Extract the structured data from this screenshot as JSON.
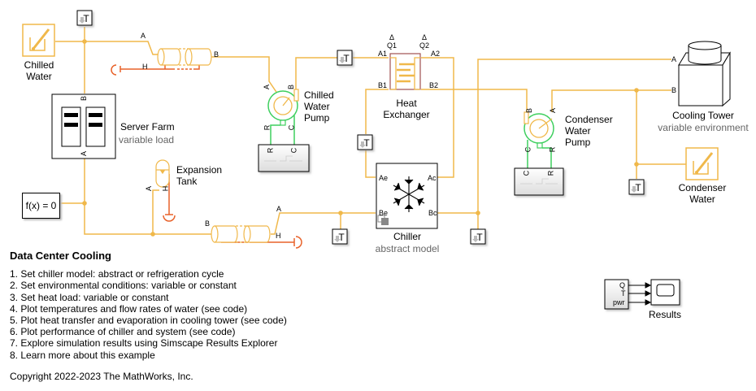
{
  "diagram": {
    "blocks": {
      "chilled_water": {
        "label": "Chilled\nWater",
        "line1": "Chilled",
        "line2": "Water"
      },
      "server_farm": {
        "label": "Server Farm",
        "sublabel": "variable load",
        "port_top": "B",
        "port_bottom": "A"
      },
      "solver": {
        "label": "f(x) = 0"
      },
      "pipe_top": {
        "port_a": "A",
        "port_b": "B",
        "port_h": "H"
      },
      "pipe_bottom": {
        "port_a": "A",
        "port_b": "B",
        "port_h": "H"
      },
      "expansion_tank": {
        "line1": "Expansion",
        "line2": "Tank",
        "port_a": "A",
        "port_h": "H"
      },
      "chilled_water_pump": {
        "line1": "Chilled",
        "line2": "Water",
        "line3": "Pump",
        "port_a": "A",
        "port_b": "B",
        "port_r": "R",
        "port_c": "C"
      },
      "heat_exchanger": {
        "line1": "Heat",
        "line2": "Exchanger",
        "port_a1": "A1",
        "port_a2": "A2",
        "port_b1": "B1",
        "port_b2": "B2",
        "port_q1": "Q1",
        "port_q2": "Q2"
      },
      "chiller": {
        "label": "Chiller",
        "sublabel": "abstract model",
        "port_ae": "Ae",
        "port_ac": "Ac",
        "port_be": "Be",
        "port_bc": "Bc"
      },
      "condenser_water_pump": {
        "line1": "Condenser",
        "line2": "Water",
        "line3": "Pump",
        "port_a": "A",
        "port_b": "B",
        "port_r": "R",
        "port_c": "C"
      },
      "cooling_tower": {
        "label": "Cooling Tower",
        "sublabel": "variable environment",
        "port_a": "A",
        "port_b": "B"
      },
      "condenser_water": {
        "line1": "Condenser",
        "line2": "Water"
      },
      "results": {
        "label": "Results",
        "ports": [
          "Q",
          "T",
          "pwr"
        ]
      },
      "pump_controller_left": {
        "port_r": "R",
        "port_c": "C"
      },
      "pump_controller_right": {
        "port_r": "R",
        "port_c": "C"
      },
      "temperature_sensor": {
        "label": "T"
      }
    },
    "colors": {
      "thermal_liquid": "#f0b84a",
      "thermal": "#e8622a",
      "mechanical": "#3ecf5e",
      "heat_exchanger_border": "#a05050"
    }
  },
  "annotation": {
    "title": "Data Center Cooling",
    "items": [
      "1. Set chiller model: abstract or refrigeration cycle",
      "2. Set environmental conditions: variable or constant",
      "3. Set heat load: variable or constant",
      "4. Plot temperatures and flow rates of water (see code)",
      "5. Plot heat transfer and evaporation in cooling tower (see code)",
      "6. Plot performance of chiller and system (see code)",
      "7. Explore simulation results using Simscape Results Explorer",
      "8. Learn more about this example"
    ],
    "copyright": "Copyright 2022-2023 The MathWorks, Inc."
  }
}
